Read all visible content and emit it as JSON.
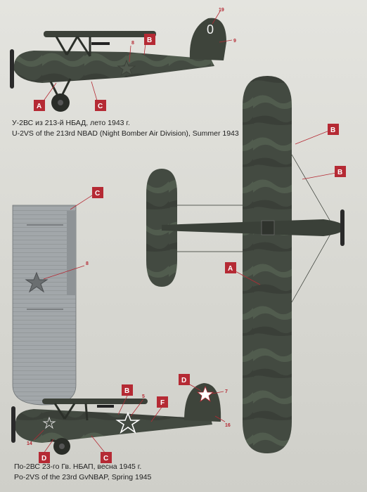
{
  "caption_top": {
    "line1": "У-2ВС из 213-й НБАД, лето 1943 г.",
    "line2": "U-2VS of the 213rd NBAD (Night Bomber Air Division), Summer 1943"
  },
  "caption_bottom": {
    "line1": "По-2ВС 23-го Гв. НБАП, весна 1945 г.",
    "line2": "Po-2VS of the 23rd GvNBAP, Spring 1945"
  },
  "callouts_top": {
    "a": "A",
    "b": "B",
    "c": "C",
    "n8": "8",
    "n9": "9",
    "n19": "19",
    "tail_number": "0"
  },
  "callouts_plan": {
    "a": "A",
    "b1": "B",
    "b2": "B"
  },
  "callouts_wing": {
    "c": "C",
    "n8": "8"
  },
  "callouts_bottom": {
    "b": "B",
    "c": "C",
    "d1": "D",
    "d2": "D",
    "f": "F",
    "n5": "5",
    "n7": "7",
    "n14": "14",
    "n16": "16"
  },
  "colors": {
    "callout": "#b52a34",
    "camouflage_dark": "#3d423b",
    "camouflage_mid": "#4f5a4c",
    "underside_grey": "#9ea3a6"
  }
}
